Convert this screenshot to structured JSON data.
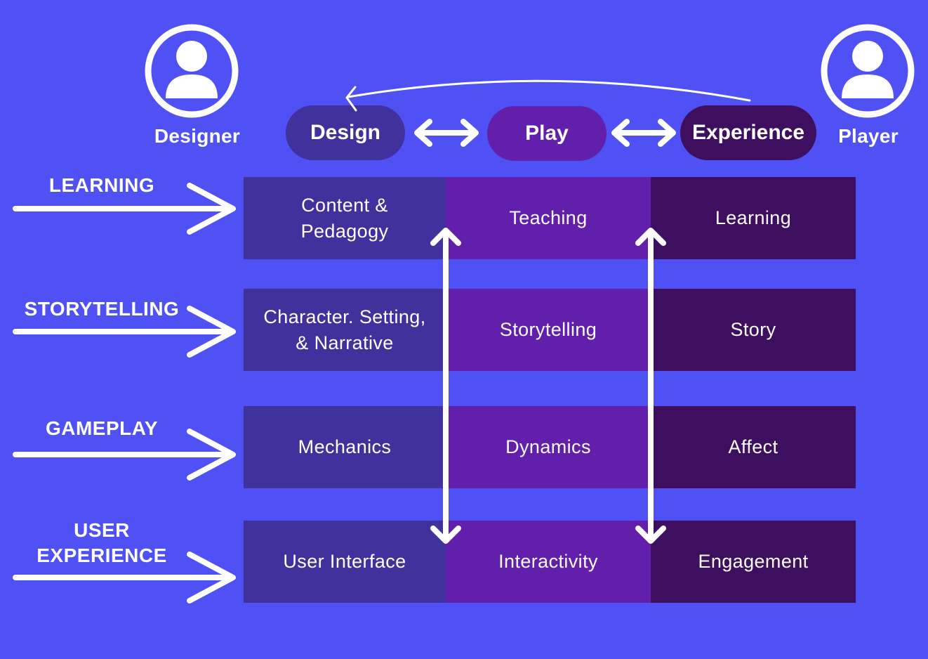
{
  "roles": {
    "designer": "Designer",
    "player": "Player"
  },
  "stages": {
    "design": "Design",
    "play": "Play",
    "experience": "Experience"
  },
  "rows": [
    {
      "label": "LEARNING",
      "cells": [
        "Content &\nPedagogy",
        "Teaching",
        "Learning"
      ]
    },
    {
      "label": "STORYTELLING",
      "cells": [
        "Character. Setting,\n& Narrative",
        "Storytelling",
        "Story"
      ]
    },
    {
      "label": "GAMEPLAY",
      "cells": [
        "Mechanics",
        "Dynamics",
        "Affect"
      ]
    },
    {
      "label": "USER\nEXPERIENCE",
      "cells": [
        "User Interface",
        "Interactivity",
        "Engagement"
      ]
    }
  ],
  "colors": {
    "background": "#5051f5",
    "design": "#41319d",
    "play": "#611fac",
    "experience": "#3d0f5e",
    "foreground": "#ffffff"
  },
  "icons": [
    "designer-avatar-icon",
    "player-avatar-icon",
    "arrow-icon"
  ]
}
